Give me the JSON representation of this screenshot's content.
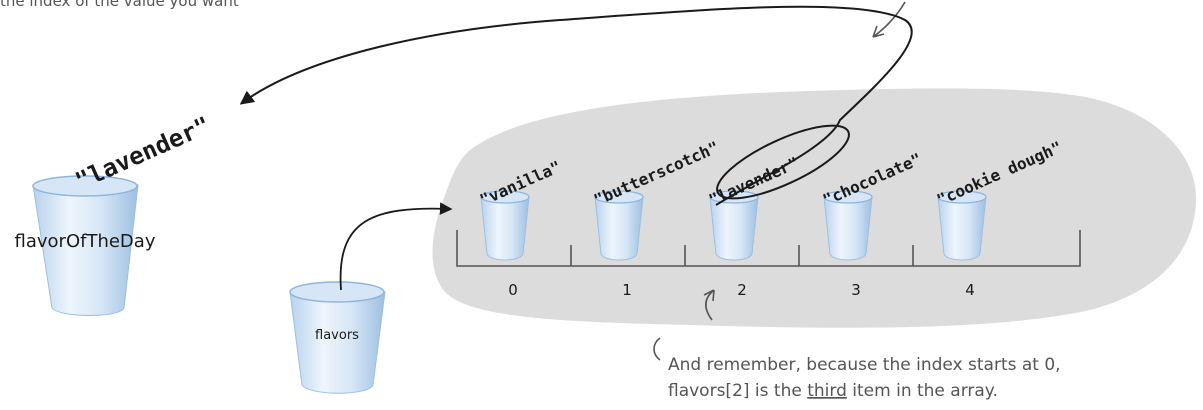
{
  "top_note": "the index of the value you want",
  "selected_value": "\"lavender\"",
  "variable_label": "flavorOfTheDay",
  "array_variable_label": "flavors",
  "array_items": [
    {
      "value": "\"vanilla\"",
      "index": "0"
    },
    {
      "value": "\"butterscotch\"",
      "index": "1"
    },
    {
      "value": "\"lavender\"",
      "index": "2"
    },
    {
      "value": "\"chocolate\"",
      "index": "3"
    },
    {
      "value": "\"cookie dough\"",
      "index": "4"
    }
  ],
  "note_line1": "And remember, because the index starts at 0,",
  "note_line2_prefix": "flavors[2] is the ",
  "note_line2_underlined": "third",
  "note_line2_suffix": " item in the array.",
  "colors": {
    "blob": "#dcdcdc",
    "cup_fill": "#e4eef8",
    "cup_shade": "#a9c7e6",
    "ink": "#1a1a1a",
    "note": "#555555"
  }
}
